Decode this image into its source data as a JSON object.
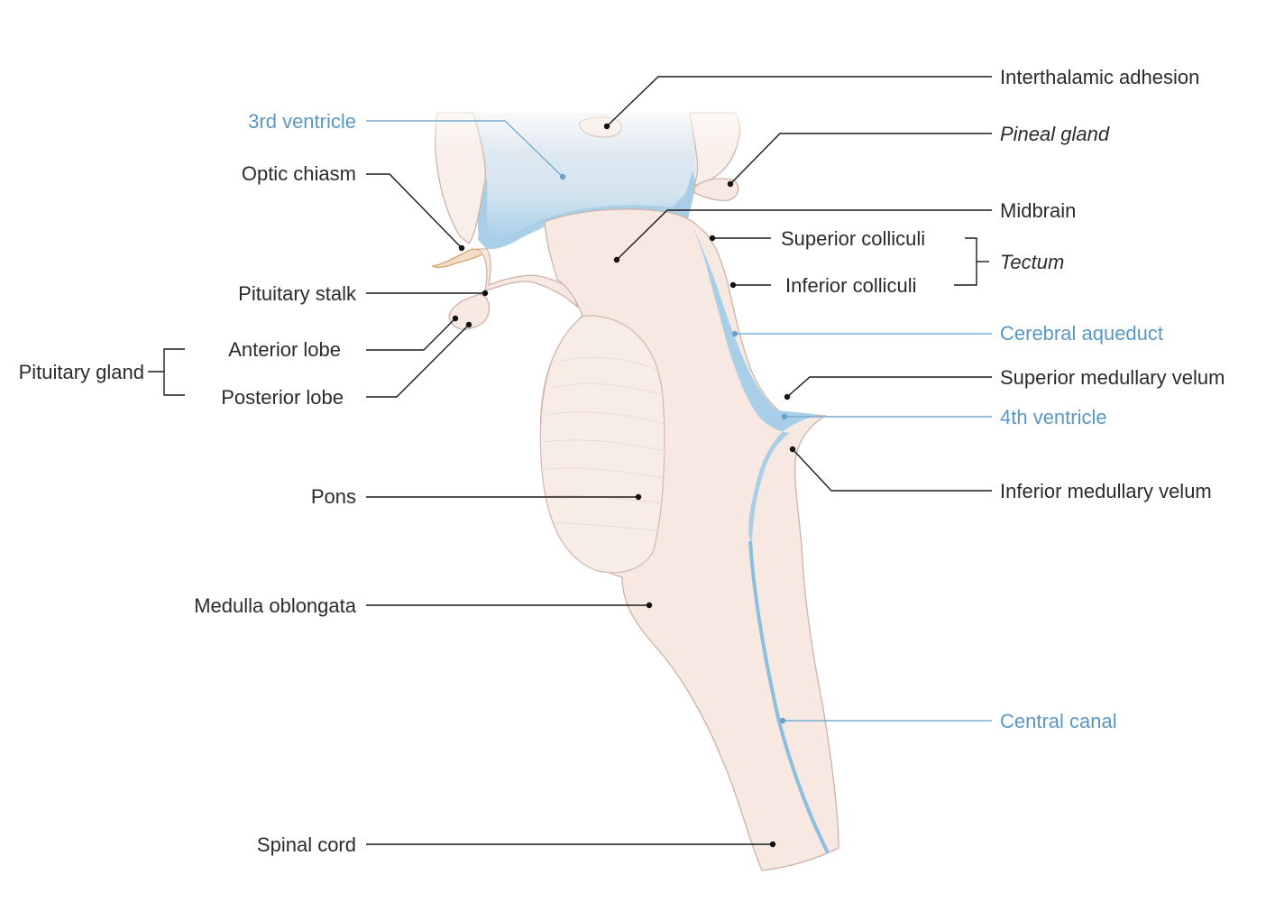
{
  "labels": {
    "interthalamic_adhesion": "Interthalamic adhesion",
    "third_ventricle": "3rd ventricle",
    "pineal_gland": "Pineal gland",
    "optic_chiasm": "Optic chiasm",
    "midbrain": "Midbrain",
    "superior_colliculi": "Superior colliculi",
    "inferior_colliculi": "Inferior colliculi",
    "tectum": "Tectum",
    "pituitary_stalk": "Pituitary stalk",
    "cerebral_aqueduct": "Cerebral aqueduct",
    "pituitary_gland": "Pituitary gland",
    "anterior_lobe": "Anterior lobe",
    "posterior_lobe": "Posterior lobe",
    "superior_medullary_velum": "Superior medullary velum",
    "fourth_ventricle": "4th ventricle",
    "inferior_medullary_velum": "Inferior medullary velum",
    "pons": "Pons",
    "medulla_oblongata": "Medulla oblongata",
    "central_canal": "Central canal",
    "spinal_cord": "Spinal cord"
  },
  "colors": {
    "csf_label": "#5b97c4",
    "text": "#2b2b2b",
    "tissue": "#f7e9e2",
    "csf": "#a9cfe8"
  }
}
